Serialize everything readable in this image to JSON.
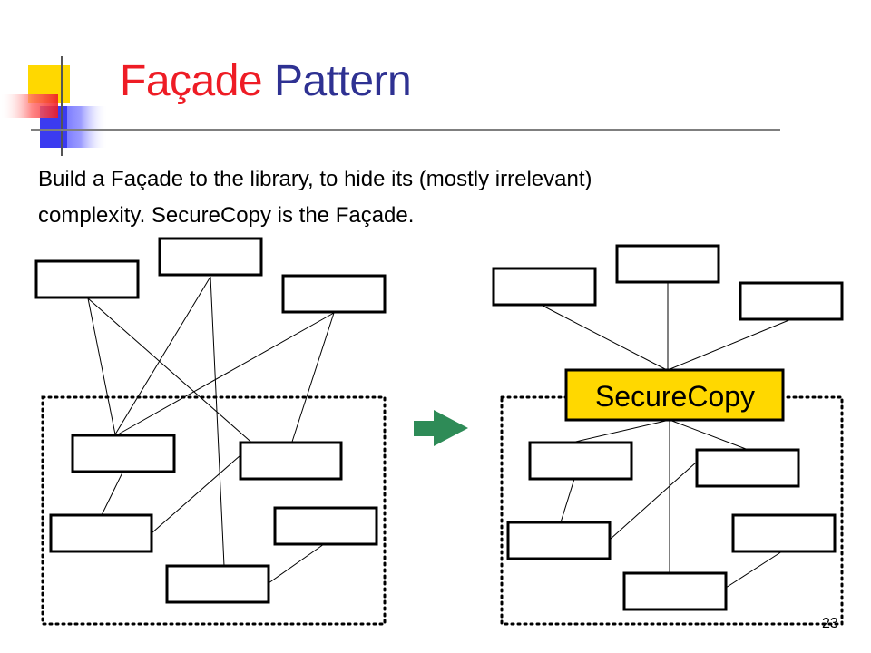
{
  "slide": {
    "title_word1": "Façade",
    "title_word2": "Pattern",
    "description_line1": "Build a Façade to the library, to hide its (mostly irrelevant)",
    "description_line2": "complexity.  SecureCopy is the Façade.",
    "page_number": "23"
  },
  "diagram": {
    "facade_label": "SecureCopy",
    "facade_color": "#ffd800",
    "arrow_color": "#2e8b57"
  },
  "colors": {
    "title_red": "#ee1c25",
    "title_blue": "#2e3192",
    "logo_yellow": "#ffd800",
    "logo_blue": "#2e3192"
  }
}
